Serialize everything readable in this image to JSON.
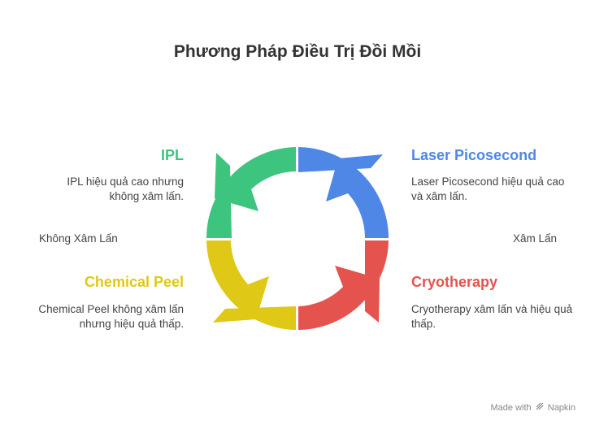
{
  "title": "Phương Pháp Điều Trị Đồi Mồi",
  "axis": {
    "left": "Không Xâm Lấn",
    "right": "Xâm Lấn"
  },
  "quadrants": {
    "ipl": {
      "title": "IPL",
      "description": "IPL hiệu quả cao nhưng không xâm lấn.",
      "color": "#3dc47e"
    },
    "laser": {
      "title": "Laser Picosecond",
      "description": "Laser Picosecond hiệu quả cao và xâm lấn.",
      "color": "#4f87e6"
    },
    "chemical": {
      "title": "Chemical Peel",
      "description": "Chemical Peel không xâm lấn nhưng hiệu quả thấp.",
      "color": "#e0c817"
    },
    "cryo": {
      "title": "Cryotherapy",
      "description": "Cryotherapy xâm lấn và hiệu quả thấp.",
      "color": "#e5534f"
    }
  },
  "watermark": {
    "made_with": "Made with",
    "brand": "Napkin"
  }
}
